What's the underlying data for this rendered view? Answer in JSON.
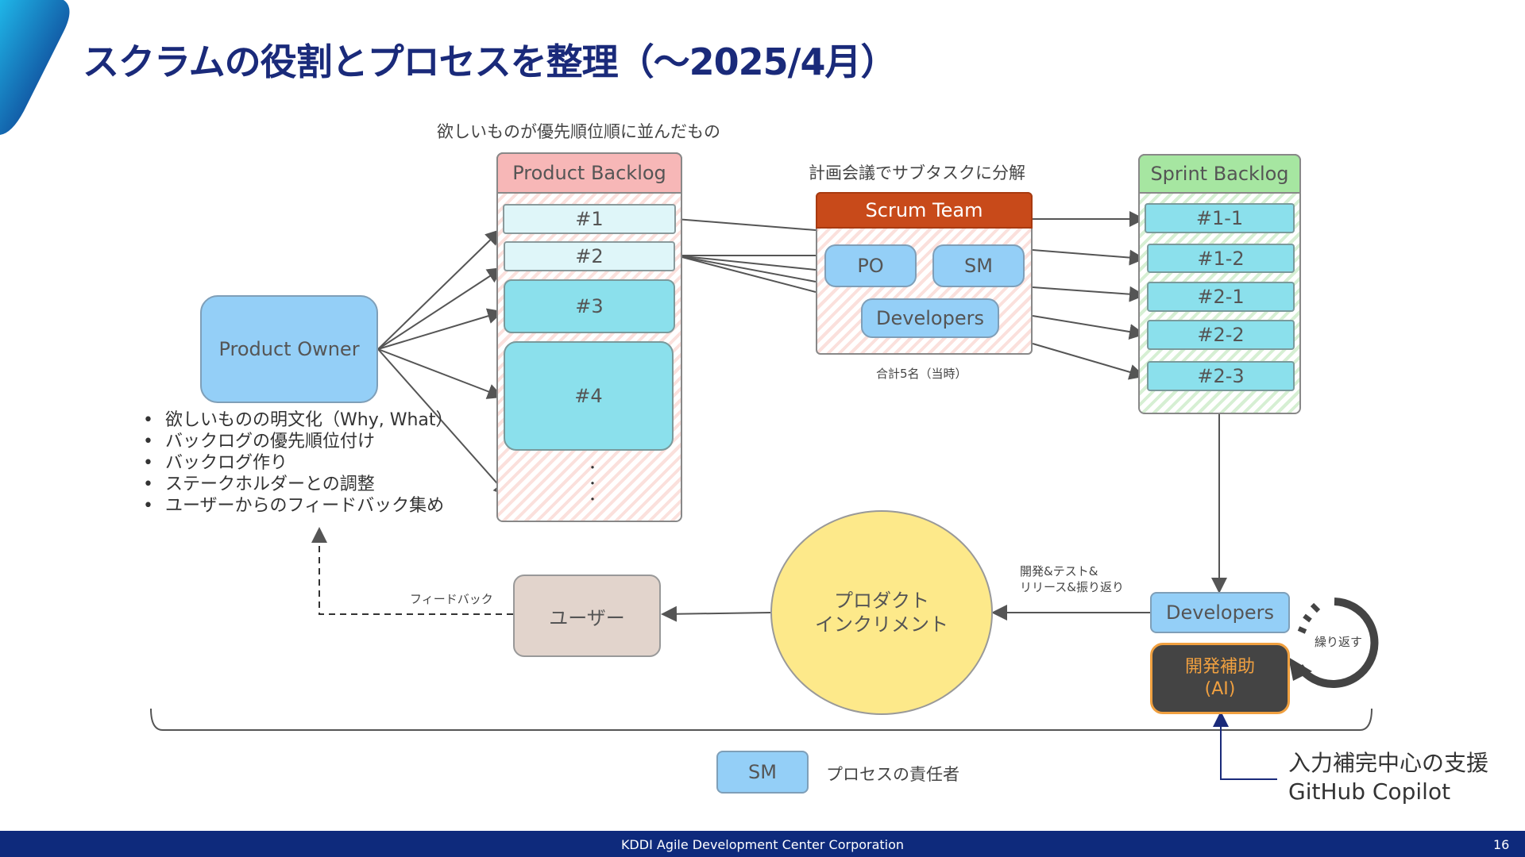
{
  "header": {
    "title": "スクラムの役割とプロセスを整理（～2025/4月）"
  },
  "product_backlog": {
    "caption": "欲しいものが優先順位順に並んだもの",
    "title": "Product Backlog",
    "items": [
      "#1",
      "#2",
      "#3",
      "#4"
    ],
    "ellipsis": "・\n・\n・"
  },
  "product_owner": {
    "label": "Product Owner",
    "duties": [
      "欲しいものの明文化（Why, What）",
      "バックログの優先順位付け",
      "バックログ作り",
      "ステークホルダーとの調整",
      "ユーザーからのフィードバック集め"
    ]
  },
  "scrum_team": {
    "caption": "計画会議でサブタスクに分解",
    "title": "Scrum Team",
    "po": "PO",
    "sm": "SM",
    "developers": "Developers",
    "count_note": "合計5名（当時）"
  },
  "sprint_backlog": {
    "title": "Sprint Backlog",
    "items": [
      "#1-1",
      "#1-2",
      "#2-1",
      "#2-2",
      "#2-3"
    ]
  },
  "bottom": {
    "developers": "Developers",
    "ai_assist_line1": "開発補助",
    "ai_assist_line2": "(AI)",
    "repeat": "繰り返す",
    "dev_label_line1": "開発&テスト&",
    "dev_label_line2": "リリース&振り返り",
    "increment_line1": "プロダクト",
    "increment_line2": "インクリメント",
    "user": "ユーザー",
    "feedback": "フィードバック"
  },
  "legend": {
    "sm": "SM",
    "text": "プロセスの責任者"
  },
  "copilot_note": {
    "line1": "入力補完中心の支援",
    "line2": "GitHub Copilot"
  },
  "footer": {
    "company": "KDDI Agile Development Center Corporation",
    "page": "16"
  },
  "colors": {
    "title": "#1a2a7a",
    "footer": "#0e2a7c",
    "scrum_team_header": "#c84a1a",
    "product_backlog_header": "#f7b7b7",
    "sprint_backlog_header": "#a6e6a1",
    "role_blue": "#94cff7",
    "item_cyan": "#8be0ec",
    "increment_yellow": "#fde98a",
    "user_beige": "#e2d4cc",
    "ai_box": "#444444",
    "ai_text": "#f0a040"
  }
}
